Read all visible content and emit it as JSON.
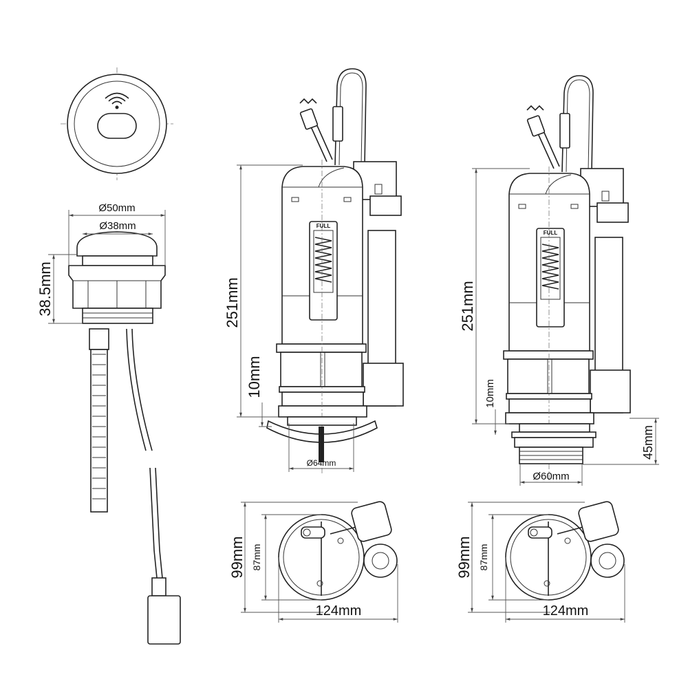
{
  "title": "Sensor flush valve with infrared push button — dimension drawing",
  "button": {
    "outer_diameter": "Ø50mm",
    "inner_diameter": "Ø38mm",
    "height": "38.5mm"
  },
  "valve_1": {
    "height": "251mm",
    "gap": "10mm",
    "base_diameter": "Ø64mm",
    "gauge_label": "FULL",
    "plan_depth": "99mm",
    "plan_inner": "87mm",
    "plan_width": "124mm"
  },
  "valve_2": {
    "height": "251mm",
    "gap": "10mm",
    "thread_height": "45mm",
    "base_diameter": "Ø60mm",
    "gauge_label": "FULL",
    "plan_depth": "99mm",
    "plan_inner": "87mm",
    "plan_width": "124mm"
  }
}
